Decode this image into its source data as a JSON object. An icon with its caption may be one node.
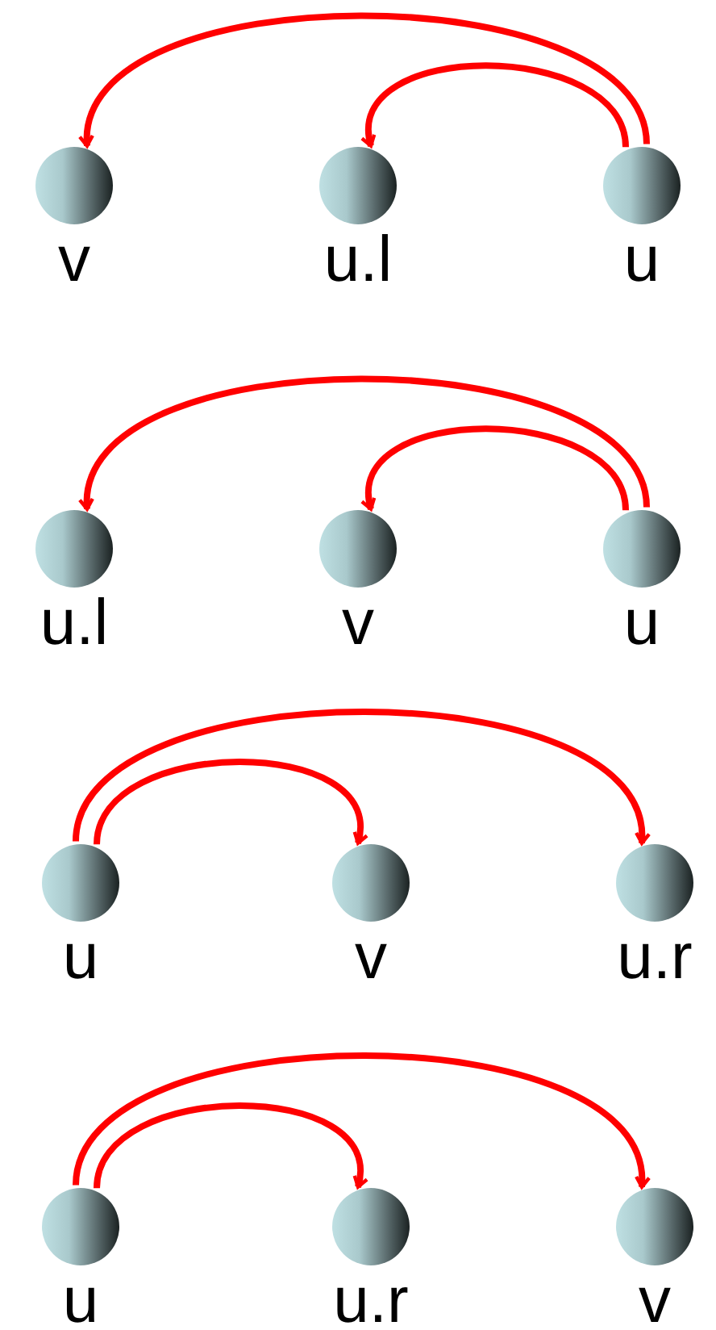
{
  "diagram": {
    "nodes": [
      {
        "text": [
          "v"
        ]
      },
      {
        "text": [
          "u.l"
        ]
      },
      {
        "text": [
          "u"
        ]
      },
      {
        "text": [
          "u.l"
        ]
      },
      {
        "text": [
          "v"
        ]
      },
      {
        "text": [
          "u"
        ]
      },
      {
        "text": [
          "u"
        ]
      },
      {
        "text": [
          "v"
        ]
      },
      {
        "text": [
          "u.r"
        ]
      },
      {
        "text": [
          "u"
        ]
      },
      {
        "text": [
          "u.r"
        ]
      },
      {
        "text": [
          "v"
        ]
      }
    ],
    "edges": [
      {
        "from": 2,
        "to": 0,
        "arrow": "to"
      },
      {
        "from": 2,
        "to": 1,
        "arrow": "to"
      },
      {
        "from": 5,
        "to": 3,
        "arrow": "to"
      },
      {
        "from": 5,
        "to": 4,
        "arrow": "to"
      },
      {
        "from": 6,
        "to": 8,
        "arrow": "to"
      },
      {
        "from": 6,
        "to": 7,
        "arrow": "to"
      },
      {
        "from": 9,
        "to": 11,
        "arrow": "to"
      },
      {
        "from": 9,
        "to": 10,
        "arrow": "to"
      }
    ]
  }
}
